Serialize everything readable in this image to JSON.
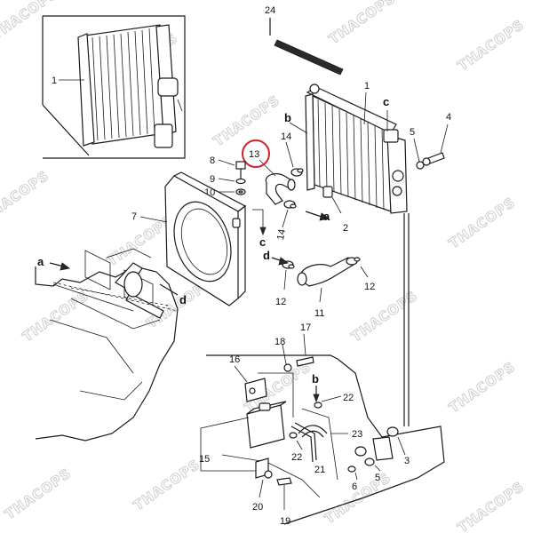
{
  "watermark": "THACOPS",
  "highlight_color": "#d0202a",
  "labels": {
    "p24": "24",
    "p1_inset": "1",
    "p1_main": "1",
    "b_top": "b",
    "c_top": "c",
    "p4": "4",
    "p5_top": "5",
    "p13": "13",
    "p14_top": "14",
    "p8": "8",
    "p9": "9",
    "p10": "10",
    "p7": "7",
    "p14_mid": "14",
    "a_mid": "a",
    "p2": "2",
    "c_mid": "c",
    "d_mid": "d",
    "p12_left": "12",
    "p12_right": "12",
    "p11": "11",
    "a_left": "a",
    "d_left": "d",
    "p18": "18",
    "p17": "17",
    "p16": "16",
    "b_low": "b",
    "p22_top": "22",
    "p23": "23",
    "p22_low": "22",
    "p3": "3",
    "p15": "15",
    "p21": "21",
    "p5_low": "5",
    "p6": "6",
    "p20": "20",
    "p19": "19"
  }
}
